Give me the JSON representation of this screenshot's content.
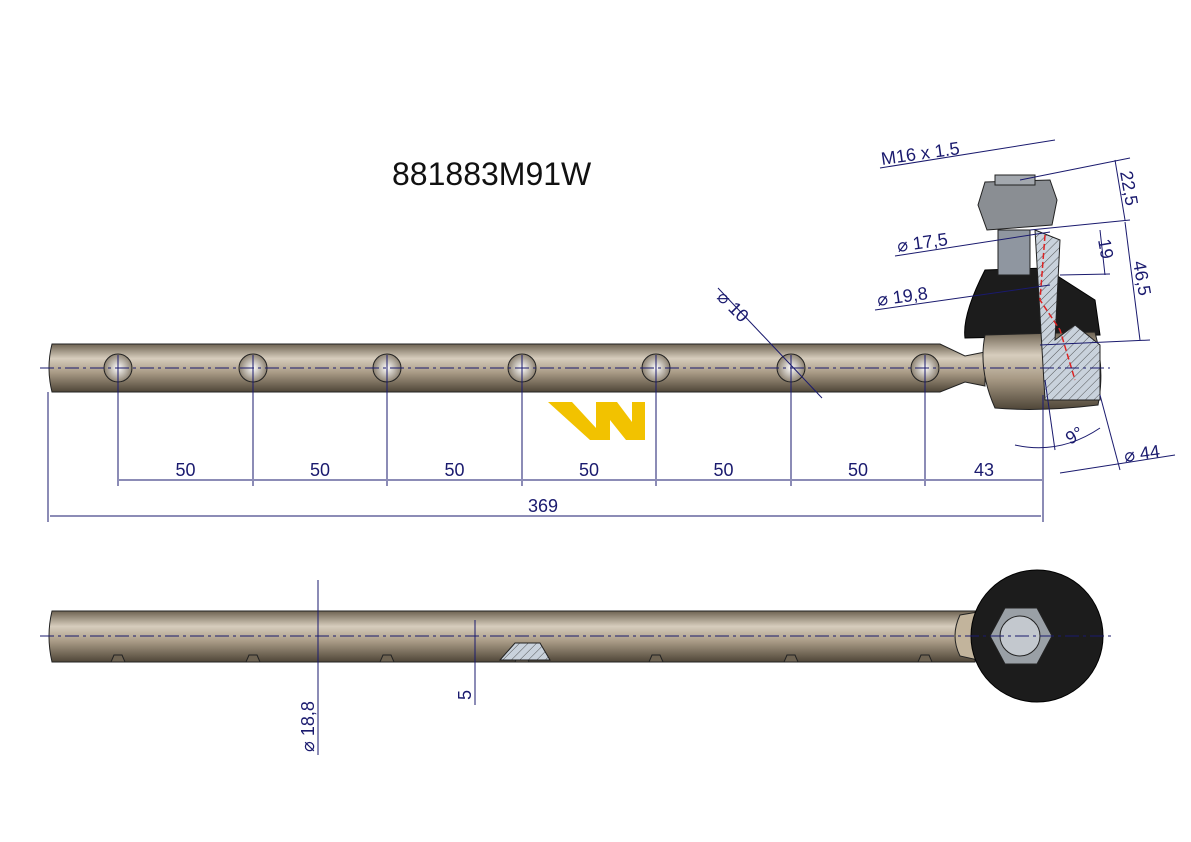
{
  "title": "881883M91W",
  "colors": {
    "rod": "#a89a85",
    "dimension": "#1a1a6e",
    "boot": "#1c1c1c",
    "logo": "#f2c200"
  },
  "top_view": {
    "hole_diameter": "⌀ 10",
    "spacings": [
      "50",
      "50",
      "50",
      "50",
      "50",
      "50",
      "43"
    ],
    "total_length": "369",
    "thread": "M16 x 1.5",
    "dim_22_5": "22,5",
    "dim_19": "19",
    "dim_46_5": "46,5",
    "dia_17_5": "⌀ 17,5",
    "dia_19_8": "⌀ 19,8",
    "angle": "9°",
    "dia_44": "⌀ 44"
  },
  "side_view": {
    "rod_diameter": "⌀ 18,8",
    "notch_depth": "5"
  }
}
